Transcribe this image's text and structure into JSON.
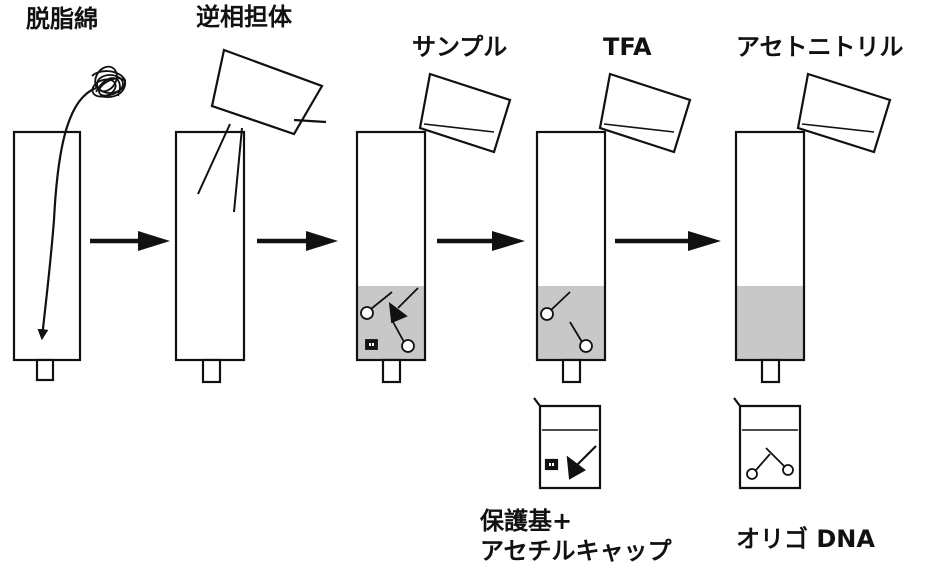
{
  "steps": [
    {
      "label": "脱脂綿"
    },
    {
      "label": "逆相担体"
    },
    {
      "label": "サンプル"
    },
    {
      "label": "TFA"
    },
    {
      "label": "アセトニトリル"
    }
  ],
  "outputs": {
    "waste_line1": "保護基+",
    "waste_line2": "アセチルキャップ",
    "product": "オリゴ DNA"
  },
  "colors": {
    "line": "#111111",
    "fill_liquid": "#c8c8c8",
    "background": "#ffffff"
  }
}
